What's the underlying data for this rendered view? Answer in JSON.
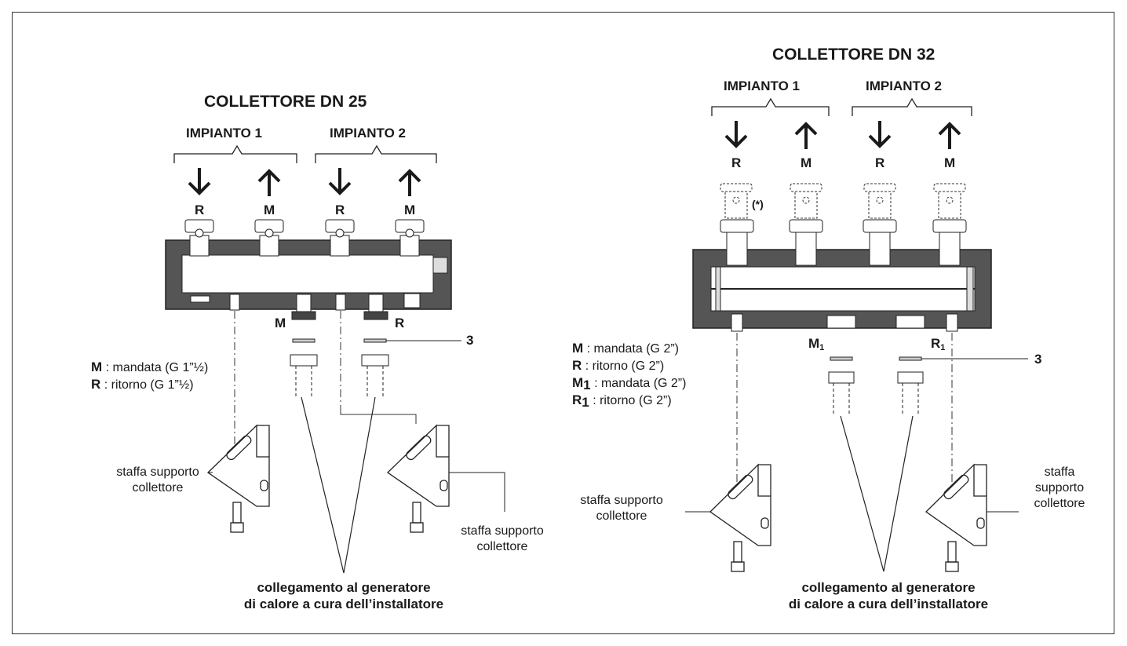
{
  "left": {
    "title": "COLLETTORE DN 25",
    "impianto1": "IMPIANTO 1",
    "impianto2": "IMPIANTO 2",
    "ports_top": [
      "R",
      "M",
      "R",
      "M"
    ],
    "bottom_m": "M",
    "bottom_r": "R",
    "ref3": "3",
    "legend": [
      {
        "key": "M",
        "text": " : mandata (G 1”½)"
      },
      {
        "key": "R",
        "text": "  : ritorno (G 1”½)"
      }
    ],
    "bracket_left_label": "staffa supporto\ncollettore",
    "bracket_right_label": "staffa supporto\ncollettore",
    "generator_text": "collegamento al generatore\ndi calore a cura dell’installatore"
  },
  "right": {
    "title": "COLLETTORE DN 32",
    "impianto1": "IMPIANTO 1",
    "impianto2": "IMPIANTO 2",
    "ports_top": [
      "R",
      "M",
      "R",
      "M"
    ],
    "asterisk": "(*)",
    "bottom_m": "M",
    "bottom_m_sub": "1",
    "bottom_r": "R",
    "bottom_r_sub": "1",
    "ref3": "3",
    "legend": [
      {
        "key": "M",
        "sub": "",
        "text": " : mandata (G 2”)"
      },
      {
        "key": "R",
        "sub": "",
        "text": "  : ritorno (G 2”)"
      },
      {
        "key": "M",
        "sub": "1",
        "text": " : mandata (G 2”)"
      },
      {
        "key": "R",
        "sub": "1",
        "text": "  : ritorno (G 2”)"
      }
    ],
    "bracket_left_label": "staffa supporto\ncollettore",
    "bracket_right_label": "staffa\nsupporto\ncollettore",
    "generator_text": "collegamento al generatore\ndi calore a cura dell’installatore"
  }
}
